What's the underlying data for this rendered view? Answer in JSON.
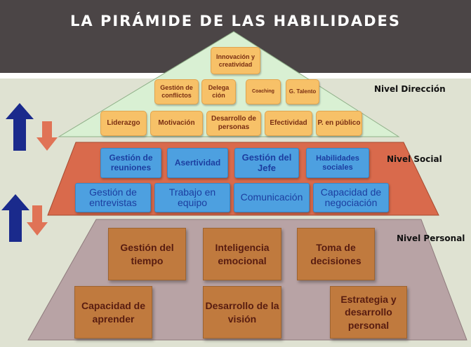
{
  "title": "LA PIRÁMIDE DE LAS HABILIDADES",
  "colors": {
    "header": "#4b4546",
    "direction_level": "#d9f0d3",
    "social_level": "#d96a4c",
    "personal_level": "#b8a3a5",
    "orange_box": "#f7c168",
    "blue_box": "#4da0e0",
    "brown_box": "#c07a3e",
    "arrow_up": "#1a2a8c",
    "arrow_down": "#e07356"
  },
  "levels": {
    "direccion": {
      "label": "Nivel Dirección",
      "row1": [
        "Innovación y creatividad"
      ],
      "row2": [
        "Gestión de conflictos",
        "Delega ción",
        "Coaching",
        "G. Talento"
      ],
      "row3": [
        "Liderazgo",
        "Motivación",
        "Desarrollo de personas",
        "Efectividad",
        "P. en público"
      ]
    },
    "social": {
      "label": "Nivel Social",
      "row1": [
        "Gestión de reuniones",
        "Asertividad",
        "Gestión del Jefe",
        "Habilidades sociales"
      ],
      "row2": [
        "Gestión de entrevistas",
        "Trabajo en equipo",
        "Comunicación",
        "Capacidad de negociación"
      ]
    },
    "personal": {
      "label": "Nivel Personal",
      "row1": [
        "Gestión del tiempo",
        "Inteligencia emocional",
        "Toma de decisiones"
      ],
      "row2": [
        "Capacidad de aprender",
        "Desarrollo de la visión",
        "Estrategia y desarrollo personal"
      ]
    }
  },
  "icons": [
    "arrow-up-icon",
    "arrow-down-icon"
  ]
}
